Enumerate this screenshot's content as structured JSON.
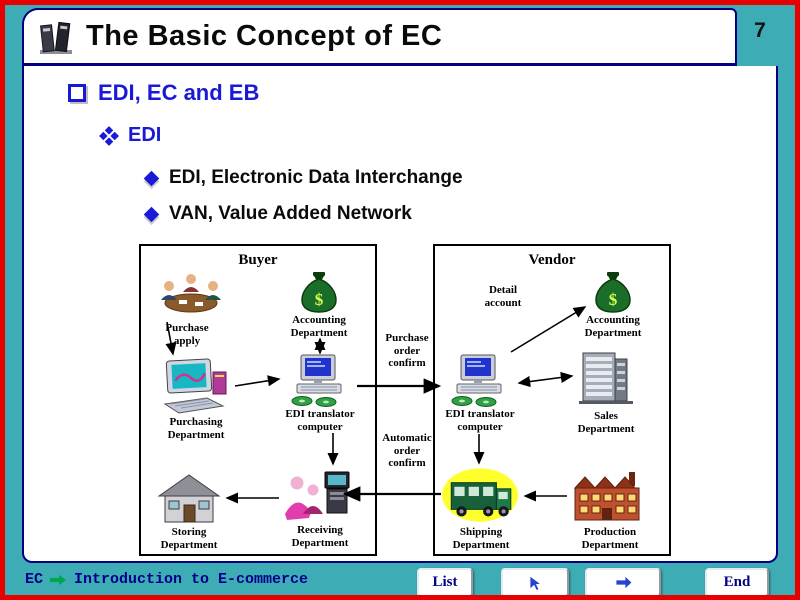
{
  "slide": {
    "title": "The Basic Concept of EC",
    "page_number": "7"
  },
  "bullets": {
    "level1": "EDI, EC and EB",
    "level2": "EDI",
    "level3": [
      {
        "label": "EDI, Electronic Data Interchange"
      },
      {
        "label": "VAN, Value Added Network"
      }
    ]
  },
  "diagram": {
    "buyer": {
      "title": "Buyer",
      "nodes": [
        {
          "label": "Purchase apply"
        },
        {
          "label": "Accounting Department"
        },
        {
          "label": "Purchasing Department"
        },
        {
          "label": "EDI translator computer"
        },
        {
          "label": "Storing Department"
        },
        {
          "label": "Receiving Department"
        }
      ]
    },
    "vendor": {
      "title": "Vendor",
      "detail_label": "Detail account",
      "nodes": [
        {
          "label": "Accounting Department"
        },
        {
          "label": "EDI translator computer"
        },
        {
          "label": "Sales Department"
        },
        {
          "label": "Shipping Department"
        },
        {
          "label": "Production Department"
        }
      ]
    },
    "flows": {
      "purchase_order": "Purchase order confirm",
      "automatic_order": "Automatic order confirm"
    }
  },
  "footer": {
    "course": "EC",
    "lecture_title": "Introduction to E-commerce",
    "list_button": "List",
    "end_button": "End"
  }
}
